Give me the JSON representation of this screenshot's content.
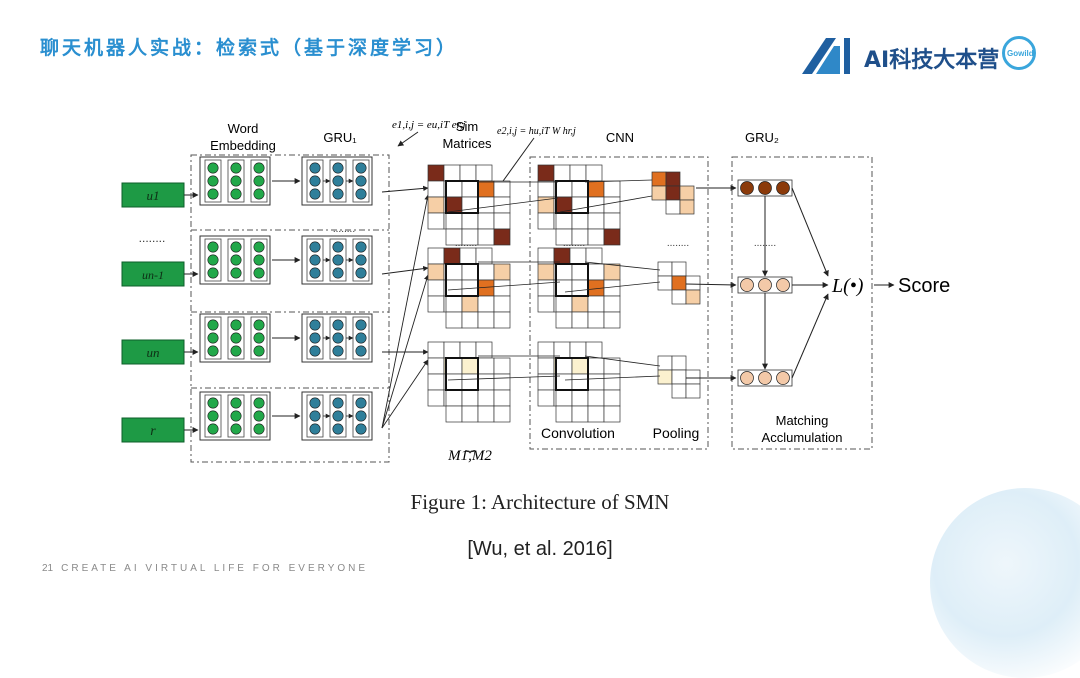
{
  "slide": {
    "title": "聊天机器人实战：检索式（基于深度学习）",
    "logo_text": "AI科技大本营",
    "logo_badge": "Gowild",
    "page_number": "21",
    "footer_text": "CREATE AI VIRTUAL LIFE FOR EVERYONE",
    "caption": "Figure 1: Architecture of SMN",
    "citation": "[Wu, et al. 2016]"
  },
  "diagram": {
    "inputs": [
      "u1",
      "un-1",
      "un",
      "r"
    ],
    "dots": "........",
    "labels": {
      "word_embedding_1": "Word",
      "word_embedding_2": "Embedding",
      "gru1": "GRU₁",
      "sim_1": "Sim",
      "sim_2": "Matrices",
      "eq1": "e1,i,j = eu,iT er,j",
      "eq2": "e2,i,j = hu,iT W hr,j",
      "cnn": "CNN",
      "gru2": "GRU₂",
      "convolution": "Convolution",
      "pooling": "Pooling",
      "matching_1": "Matching",
      "matching_2": "Acclumulation",
      "m_label": "M1,M2",
      "loss": "L(•)",
      "score": "Score"
    },
    "colors": {
      "input_box": "#1e9a45",
      "embedding_node": "#22a84a",
      "gru_node": "#2f7f9a",
      "gru2_node_dark": "#8b3a0a",
      "gru2_node_light": "#f3c9a8",
      "heat_dark": "#7a2b1a",
      "heat_mid": "#e07020",
      "heat_light": "#f6cfa6"
    }
  }
}
